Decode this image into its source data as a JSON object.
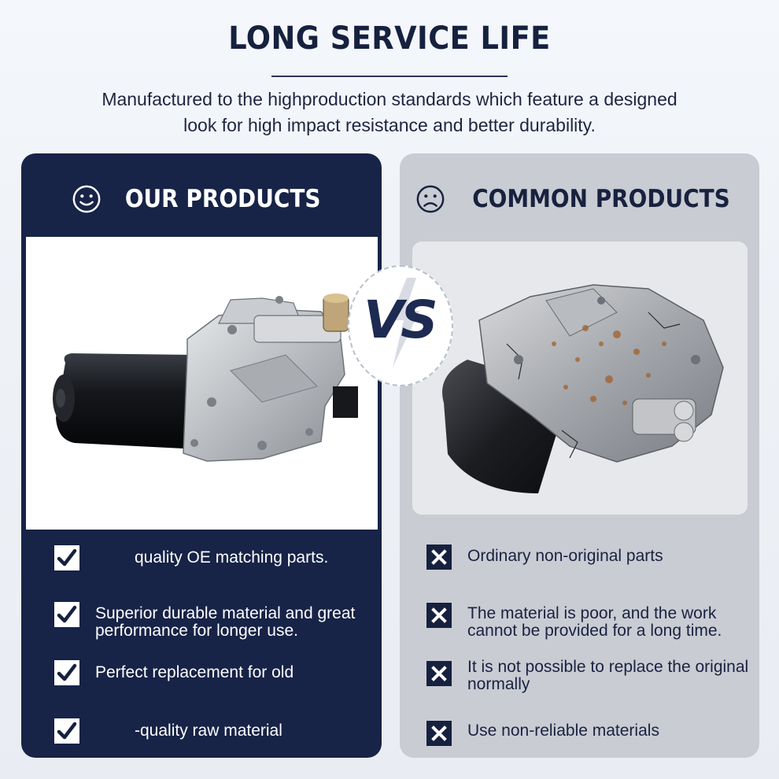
{
  "header": {
    "title": "LONG SERVICE LIFE",
    "subtitle_line1": "Manufactured to the highproduction standards which feature a designed",
    "subtitle_line2": "look for high impact resistance and better durability."
  },
  "left_panel": {
    "heading": "OUR PRODUCTS",
    "heading_icon": "smiley-face-icon",
    "features": [
      {
        "line1": "quality OE matching parts.",
        "line2": ""
      },
      {
        "line1": "Superior durable material and great",
        "line2": "performance for longer use."
      },
      {
        "line1": "Perfect replacement for old",
        "line2": ""
      },
      {
        "line1": "-quality raw material",
        "line2": ""
      }
    ]
  },
  "right_panel": {
    "heading": "COMMON PRODUCTS",
    "heading_icon": "sad-face-icon",
    "features": [
      {
        "line1": "Ordinary non-original parts",
        "line2": ""
      },
      {
        "line1": "The material is poor, and the work",
        "line2": "cannot be provided for a long time."
      },
      {
        "line1": "It is not possible to replace the original",
        "line2": "normally"
      },
      {
        "line1": "Use non-reliable materials",
        "line2": ""
      }
    ]
  },
  "vs_label": "VS",
  "colors": {
    "navy": "#172347",
    "grey_panel": "#c9ccd3",
    "title": "#16213f"
  }
}
